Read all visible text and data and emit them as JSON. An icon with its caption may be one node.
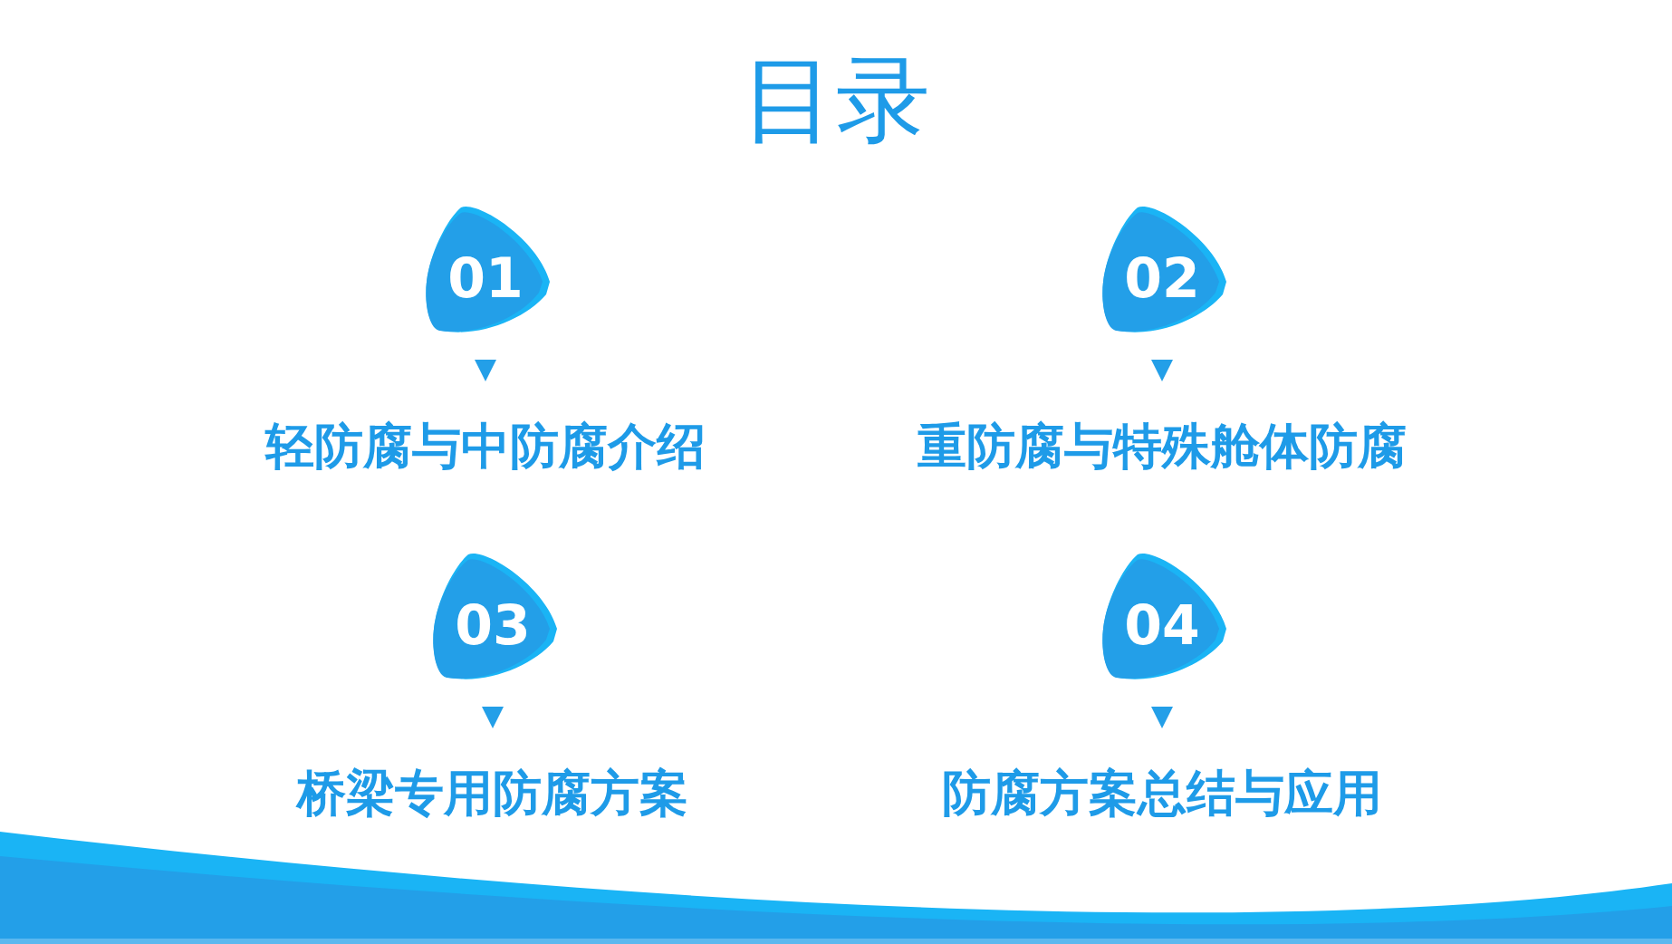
{
  "diagram": {
    "title": "目录",
    "nodes": [
      {
        "text": [
          "01"
        ],
        "beside": [
          "轻防腐与中防腐介绍"
        ]
      },
      {
        "text": [
          "02"
        ],
        "beside": [
          "重防腐与特殊舱体防腐"
        ]
      },
      {
        "text": [
          "03"
        ],
        "beside": [
          "桥梁专用防腐方案"
        ]
      },
      {
        "text": [
          "04"
        ],
        "beside": [
          "防腐方案总结与应用"
        ]
      }
    ]
  }
}
